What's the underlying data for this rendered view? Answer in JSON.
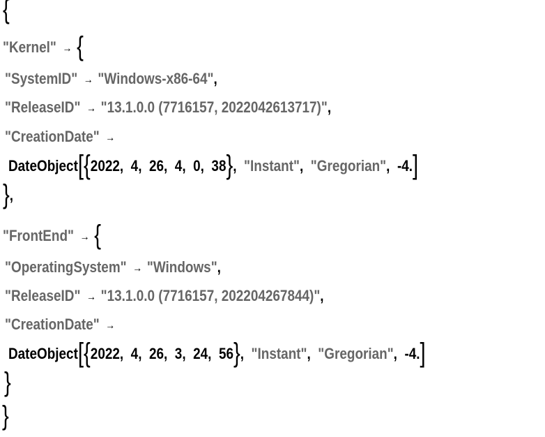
{
  "kernel": {
    "key": "Kernel",
    "system_key": "SystemID",
    "system_value": "Windows-x86-64",
    "release_key": "ReleaseID",
    "release_value": "13.1.0.0 (7716157, 2022042613717)",
    "creation_key": "CreationDate",
    "date": {
      "head": "DateObject",
      "values": [
        "2022",
        "4",
        "26",
        "4",
        "0",
        "38"
      ],
      "type": "Instant",
      "calendar": "Gregorian",
      "offset": "-4."
    }
  },
  "frontend": {
    "key": "FrontEnd",
    "os_key": "OperatingSystem",
    "os_value": "Windows",
    "release_key": "ReleaseID",
    "release_value": "13.1.0.0 (7716157, 202204267844)",
    "creation_key": "CreationDate",
    "date": {
      "head": "DateObject",
      "values": [
        "2022",
        "4",
        "26",
        "3",
        "24",
        "56"
      ],
      "type": "Instant",
      "calendar": "Gregorian",
      "offset": "-4."
    }
  }
}
